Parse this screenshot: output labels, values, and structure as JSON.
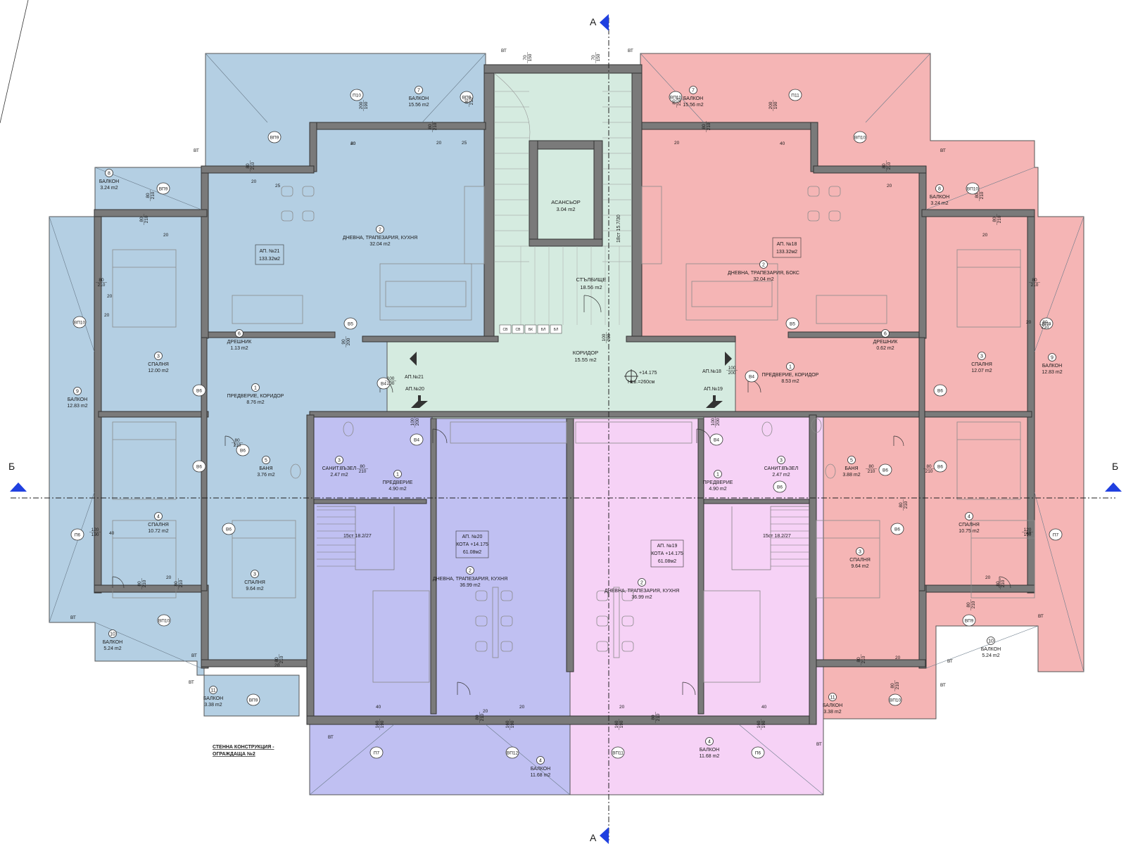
{
  "colors": {
    "blue_apt": "#b4cfe3",
    "blue_apt_dark": "#a7c4dc",
    "red_apt": "#f5b5b5",
    "green_common": "#d5ebe0",
    "violet_apt": "#c0c0f2",
    "pink_apt": "#f6d2f6",
    "wall": "#7a7a7a",
    "axis_arrow": "#2040e0"
  },
  "section_marks": {
    "a_top": "А",
    "a_bottom": "А",
    "b_left": "Б",
    "b_right": "Б"
  },
  "common": {
    "elevator_name": "АСАНСЬОР",
    "elevator_area": "3.04 m2",
    "stair_name": "СТЪЛБИЩЕ",
    "stair_area": "18.56 m2",
    "stair_steps": "18ст 15.7/30",
    "corridor_name": "КОРИДОР",
    "corridor_area": "15.55 m2",
    "level_mark": "+14.175",
    "level_height": "Нсв.=260см",
    "shafts": [
      "СВ",
      "СВ",
      "БК",
      "БЛ",
      "БЛ"
    ]
  },
  "apt21": {
    "title": "АП. №21",
    "area": "133.32м2",
    "rooms": [
      {
        "num": "2",
        "name": "ДНЕВНА, ТРАПЕЗАРИЯ, КУХНЯ",
        "area": "32.04 m2"
      },
      {
        "num": "7",
        "name": "БАЛКОН",
        "area": "15.56 m2"
      },
      {
        "num": "8",
        "name": "БАЛКОН",
        "area": "3.24 m2"
      },
      {
        "num": "6",
        "name": "ДРЕШНИК",
        "area": "1.13 m2"
      },
      {
        "num": "3",
        "name": "СПАЛНЯ",
        "area": "12.00 m2"
      },
      {
        "num": "1",
        "name": "ПРЕДВЕРИЕ, КОРИДОР",
        "area": "8.76 m2"
      },
      {
        "num": "9",
        "name": "БАЛКОН",
        "area": "12.83 m2"
      },
      {
        "num": "5",
        "name": "БАНЯ",
        "area": "3.76 m2"
      },
      {
        "num": "4",
        "name": "СПАЛНЯ",
        "area": "10.72 m2"
      },
      {
        "num": "3",
        "name": "СПАЛНЯ",
        "area": "9.64 m2"
      },
      {
        "num": "10",
        "name": "БАЛКОН",
        "area": "5.24 m2"
      },
      {
        "num": "11",
        "name": "БАЛКОН",
        "area": "3.38 m2"
      }
    ]
  },
  "apt18": {
    "title": "АП. №18",
    "area": "133.32м2",
    "rooms": [
      {
        "num": "2",
        "name": "ДНЕВНА, ТРАПЕЗАРИЯ, БОКС",
        "area": "32.04 m2"
      },
      {
        "num": "7",
        "name": "БАЛКОН",
        "area": "15.56 m2"
      },
      {
        "num": "8",
        "name": "БАЛКОН",
        "area": "3.24 m2"
      },
      {
        "num": "6",
        "name": "ДРЕШНИК",
        "area": "0.62 m2"
      },
      {
        "num": "1",
        "name": "ПРЕДВЕРИЕ, КОРИДОР",
        "area": "8.53 m2"
      },
      {
        "num": "3",
        "name": "СПАЛНЯ",
        "area": "12.07 m2"
      },
      {
        "num": "9",
        "name": "БАЛКОН",
        "area": "12.83 m2"
      },
      {
        "num": "5",
        "name": "БАНЯ",
        "area": "3.88 m2"
      },
      {
        "num": "4",
        "name": "СПАЛНЯ",
        "area": "10.75 m2"
      },
      {
        "num": "3",
        "name": "СПАЛНЯ",
        "area": "9.64 m2"
      },
      {
        "num": "10",
        "name": "БАЛКОН",
        "area": "5.24 m2"
      },
      {
        "num": "11",
        "name": "БАЛКОН",
        "area": "3.38 m2"
      }
    ]
  },
  "apt20": {
    "title": "АП. №20",
    "level": "КОТА +14.175",
    "area": "61.08м2",
    "rooms": [
      {
        "num": "3",
        "name": "САНИТ.ВЪЗЕЛ",
        "area": "2.47 m2"
      },
      {
        "num": "1",
        "name": "ПРЕДВЕРИЕ",
        "area": "4.90 m2"
      },
      {
        "num": "2",
        "name": "ДНЕВНА, ТРАПЕЗАРИЯ, КУХНЯ",
        "area": "36.99 m2"
      },
      {
        "num": "4",
        "name": "БАЛКОН",
        "area": "11.68 m2"
      }
    ],
    "stair": "15ст 18.2/27"
  },
  "apt19": {
    "title": "АП. №19",
    "level": "КОТА +14.175",
    "area": "61.08м2",
    "rooms": [
      {
        "num": "3",
        "name": "САНИТ.ВЪЗЕЛ",
        "area": "2.47 m2"
      },
      {
        "num": "1",
        "name": "ПРЕДВЕРИЕ",
        "area": "4.90 m2"
      },
      {
        "num": "2",
        "name": "ДНЕВНА, ТРАПЕЗАРИЯ, КУХНЯ",
        "area": "36.99 m2"
      },
      {
        "num": "4",
        "name": "БАЛКОН",
        "area": "11.68 m2"
      }
    ],
    "stair": "15ст 18.2/27"
  },
  "entry_labels": {
    "ap21": "АП.№21",
    "ap20": "АП.№20",
    "ap18": "АП.№18",
    "ap19": "АП.№19"
  },
  "door_tags": {
    "b4": "В4",
    "b5": "В5",
    "b6": "В6",
    "vp9": "ВП9",
    "vp10": "ВП10",
    "vp11": "ВП11",
    "vp12": "ВП12",
    "p6": "П6",
    "p7": "П7",
    "p10": "П10",
    "p11": "П11"
  },
  "dims": {
    "d80_210": "80\n210",
    "d70_150": "70\n150",
    "d100_200": "100\n200",
    "d20": "20",
    "d25": "25",
    "d40": "40",
    "d120_190": "120\n190",
    "d200_190": "200\n190",
    "d160_190": "160\n190",
    "d90_200": "90\n200"
  },
  "markers": {
    "bt": "ВТ"
  },
  "note_line1": "СТЕННА КОНСТРУКЦИЯ -",
  "note_line2": "ОГРАЖДАЩА №2"
}
